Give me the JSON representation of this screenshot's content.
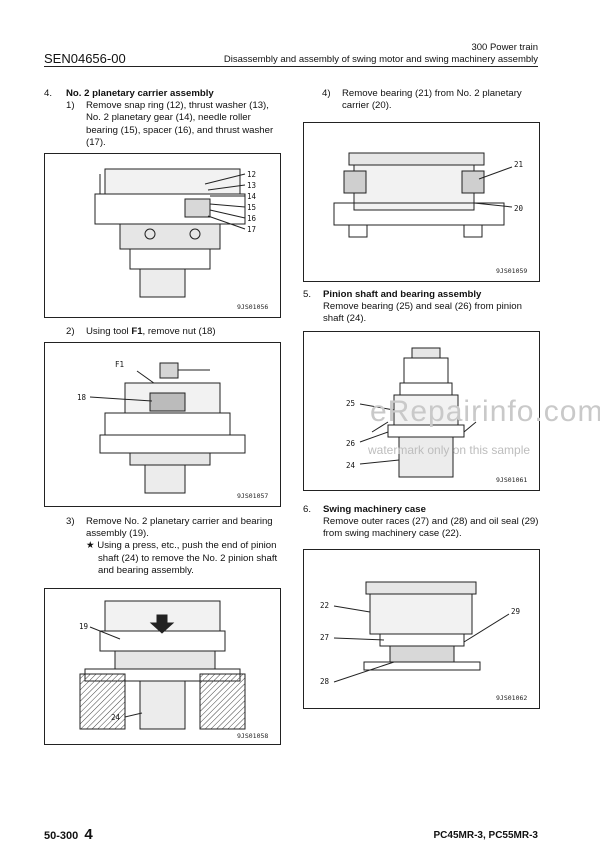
{
  "header": {
    "doc_id": "SEN04656-00",
    "chapter": "300 Power train",
    "subtitle": "Disassembly and assembly of swing motor and swing machinery assembly"
  },
  "left": {
    "s4_num": "4.",
    "s4_title": "No. 2 planetary carrier assembly",
    "s4_1_num": "1)",
    "s4_1_text": "Remove snap ring (12), thrust washer (13), No. 2 planetary gear (14), needle roller bearing (15), spacer (16), and thrust washer (17).",
    "fig1_code": "9JS01056",
    "fig1_labels": [
      "12",
      "13",
      "14",
      "15",
      "16",
      "17"
    ],
    "s4_2_num": "2)",
    "s4_2_pre": "Using tool ",
    "s4_2_tool": "F1",
    "s4_2_post": ", remove nut (18)",
    "fig2_code": "9JS01057",
    "fig2_labels": [
      "F1",
      "18"
    ],
    "s4_3_num": "3)",
    "s4_3_text": "Remove No. 2 planetary carrier and bearing assembly (19).",
    "s4_3_star": "★",
    "s4_3_note": "Using a press, etc., push the end of pinion shaft (24) to remove the No. 2 pinion shaft and bearing assembly.",
    "fig3_code": "9JS01058",
    "fig3_labels": [
      "19",
      "24"
    ]
  },
  "right": {
    "s4_4_num": "4)",
    "s4_4_text": "Remove bearing (21) from No. 2 planetary carrier (20).",
    "fig4_code": "9JS01059",
    "fig4_labels": [
      "21",
      "20"
    ],
    "s5_num": "5.",
    "s5_title": "Pinion shaft and bearing assembly",
    "s5_text": "Remove bearing (25) and seal (26) from pinion shaft (24).",
    "fig5_code": "9JS01061",
    "fig5_labels": [
      "25",
      "26",
      "24"
    ],
    "s6_num": "6.",
    "s6_title": "Swing machinery case",
    "s6_text": "Remove outer races (27) and (28) and oil seal (29) from swing machinery case (22).",
    "fig6_code": "9JS01062",
    "fig6_labels": [
      "22",
      "29",
      "27",
      "28"
    ]
  },
  "watermark": {
    "site": "eRepairinfo.com",
    "note": "watermark only on this sample"
  },
  "footer": {
    "page": "50-300",
    "rev": "4",
    "models": "PC45MR-3, PC55MR-3"
  }
}
